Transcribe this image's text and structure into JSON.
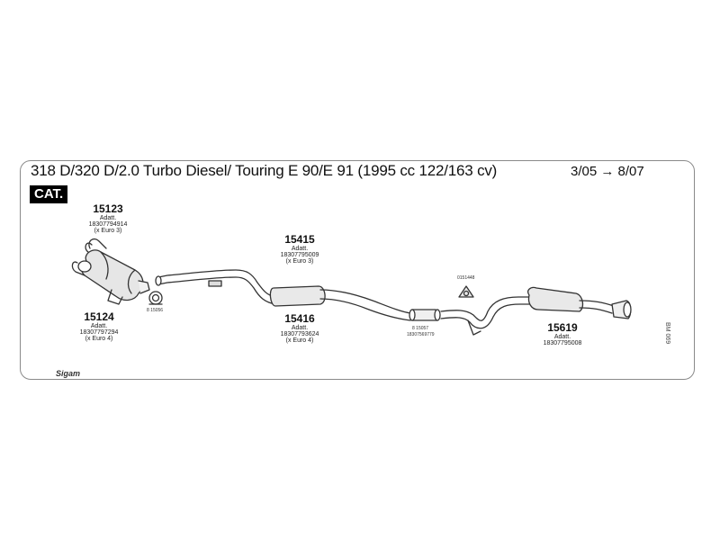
{
  "header": {
    "title": "318 D/320 D/2.0 Turbo Diesel/ Touring E 90/E 91 (1995 cc 122/163 cv)",
    "dates": "3/05 → 8/07",
    "cat_badge": "CAT."
  },
  "parts": [
    {
      "number": "15123",
      "lines": [
        "Adatt.",
        "18307794914",
        "(x Euro 3)"
      ]
    },
    {
      "number": "15124",
      "lines": [
        "Adatt.",
        "18307797294",
        "(x Euro 4)"
      ]
    },
    {
      "number": "15415",
      "lines": [
        "Adatt.",
        "18307795009",
        "(x Euro 3)"
      ]
    },
    {
      "number": "15416",
      "lines": [
        "Adatt.",
        "18307793624",
        "(x Euro 4)"
      ]
    },
    {
      "number": "15619",
      "lines": [
        "Adatt.",
        "18307795008"
      ]
    }
  ],
  "small_parts": {
    "clamp_1": "8 15056",
    "clamp_2": "8 15057",
    "clamp_2_ref": "18307569779",
    "hanger": "0151448"
  },
  "side_code": "BM 069",
  "logo": "Sigam"
}
